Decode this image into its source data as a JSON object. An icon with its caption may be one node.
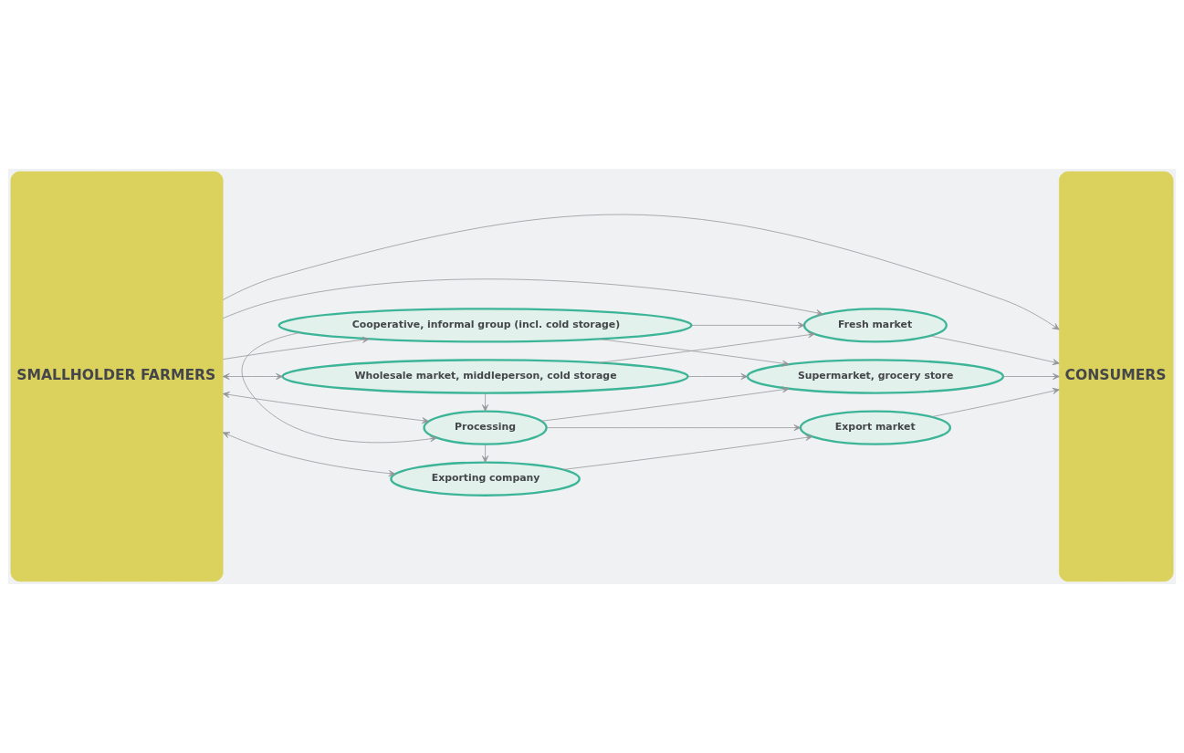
{
  "diagram": {
    "nodes": [
      {
        "text": [
          "SMALLHOLDER FARMERS"
        ]
      },
      {
        "text": [
          "Wholesale market, middleperson, cold storage"
        ]
      },
      {
        "text": [
          "Fresh market"
        ]
      },
      {
        "text": [
          "Cooperative, informal group (incl. cold storage)"
        ]
      },
      {
        "text": [
          "Supermarket, grocery store"
        ]
      },
      {
        "text": [
          "Processing"
        ]
      },
      {
        "text": [
          "Export market"
        ]
      },
      {
        "text": [
          "Exporting company"
        ]
      },
      {
        "text": [
          "CONSUMERS"
        ]
      }
    ],
    "edges": [
      {
        "from": 0,
        "to": 8,
        "arrow": "to"
      },
      {
        "from": 0,
        "to": 1,
        "arrow": "both"
      },
      {
        "from": 1,
        "to": 2,
        "arrow": "to"
      },
      {
        "from": 0,
        "to": 2,
        "arrow": "to"
      },
      {
        "from": 3,
        "to": 2,
        "arrow": "to"
      },
      {
        "from": 0,
        "to": 3,
        "arrow": "to"
      },
      {
        "from": 1,
        "to": 4,
        "arrow": "to"
      },
      {
        "from": 1,
        "to": 5,
        "arrow": "to"
      },
      {
        "from": 3,
        "to": 4,
        "arrow": "to"
      },
      {
        "from": 3,
        "to": 5,
        "arrow": "to"
      },
      {
        "from": 5,
        "to": 4,
        "arrow": "to"
      },
      {
        "from": 0,
        "to": 5,
        "arrow": "both"
      },
      {
        "from": 5,
        "to": 7,
        "arrow": "to"
      },
      {
        "from": 5,
        "to": 6,
        "arrow": "to"
      },
      {
        "from": 7,
        "to": 6,
        "arrow": "to"
      },
      {
        "from": 0,
        "to": 7,
        "arrow": "both"
      },
      {
        "from": 2,
        "to": 8,
        "arrow": "to"
      },
      {
        "from": 4,
        "to": 8,
        "arrow": "to"
      },
      {
        "from": 6,
        "to": 8,
        "arrow": "to"
      }
    ]
  }
}
